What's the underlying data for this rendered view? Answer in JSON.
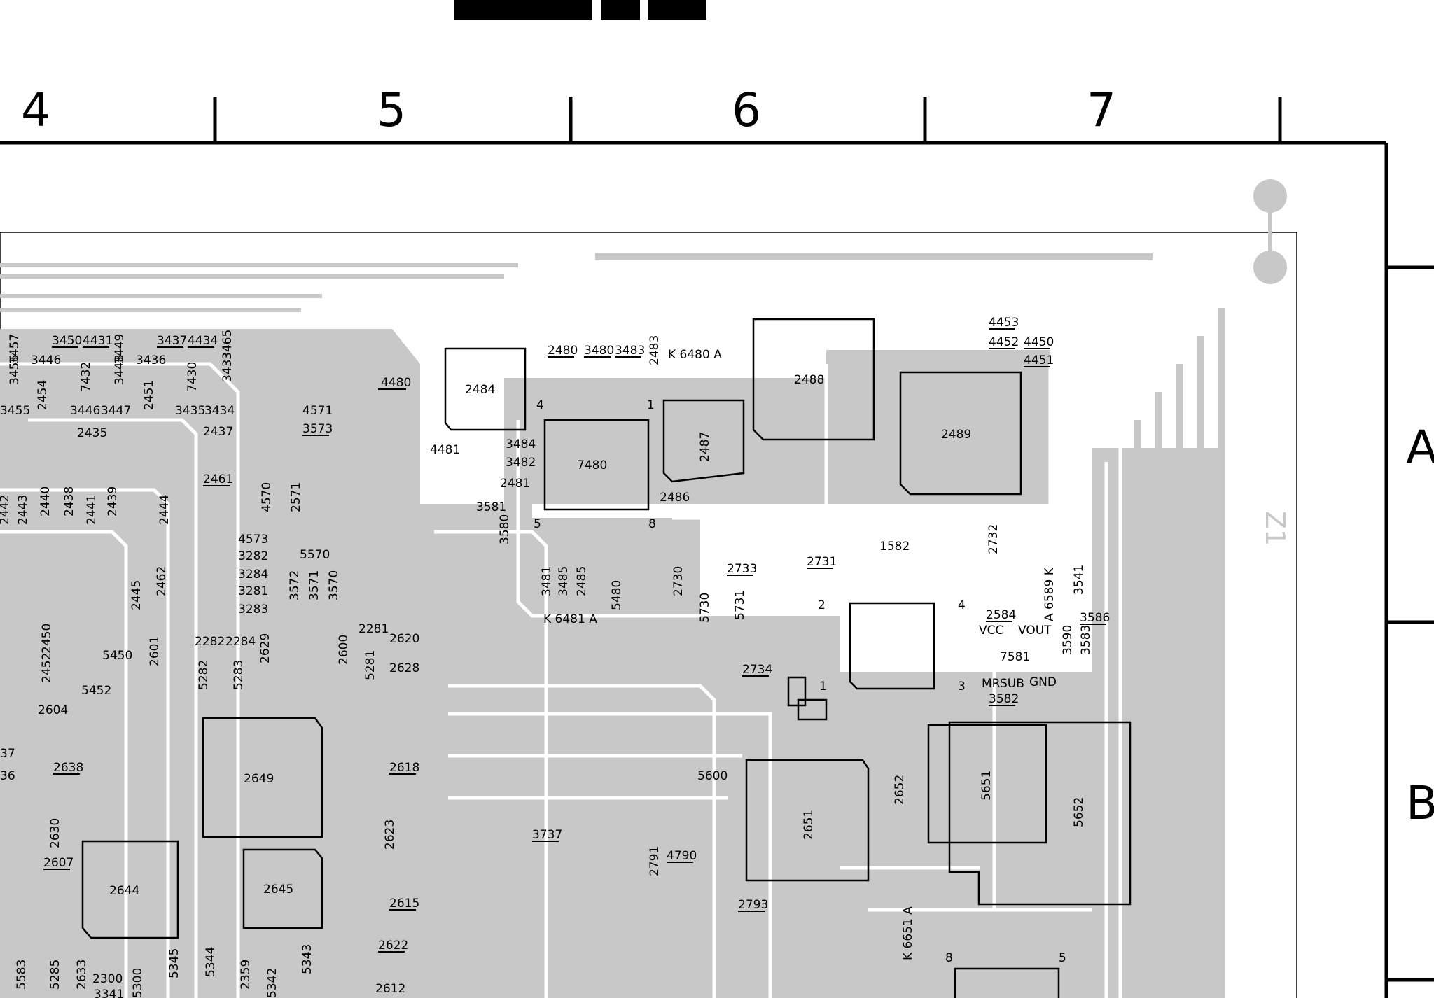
{
  "ruler": {
    "columns": [
      "4",
      "5",
      "6",
      "7"
    ],
    "rows": [
      "A",
      "B"
    ]
  },
  "board_marking": "Z1",
  "colors": {
    "copper": "#c8c8c8",
    "ink": "#000000",
    "paper": "#ffffff"
  },
  "components": [
    {
      "id": "2484"
    },
    {
      "id": "7480"
    },
    {
      "id": "2487"
    },
    {
      "id": "2488"
    },
    {
      "id": "2489"
    },
    {
      "id": "1582"
    },
    {
      "id": "7581"
    },
    {
      "id": "2649"
    },
    {
      "id": "2644"
    },
    {
      "id": "2645"
    },
    {
      "id": "2651"
    },
    {
      "id": "5651"
    },
    {
      "id": "5652"
    },
    {
      "id": "2652"
    },
    {
      "id": "5600"
    },
    {
      "id": "6651"
    },
    {
      "id": "5450"
    },
    {
      "id": "5452"
    },
    {
      "id": "5570"
    },
    {
      "id": "5730"
    },
    {
      "id": "5731"
    },
    {
      "id": "5480"
    },
    {
      "id": "5282"
    },
    {
      "id": "5283"
    },
    {
      "id": "5281"
    }
  ],
  "labels": [
    "3450",
    "4431",
    "3437",
    "4434",
    "3446",
    "3436",
    "3457",
    "3456",
    "3465",
    "3433",
    "3449",
    "3448",
    "7432",
    "7430",
    "2454",
    "2451",
    "3446",
    "3447",
    "3435",
    "3434",
    "2435",
    "2437",
    "3455",
    "4480",
    "4481",
    "3484",
    "3482",
    "2481",
    "3581",
    "3580",
    "2480",
    "3480",
    "3483",
    "2483",
    "K 6480 A",
    "2486",
    "4571",
    "3573",
    "2461",
    "4570",
    "2571",
    "4573",
    "3282",
    "3284",
    "3281",
    "3283",
    "3572",
    "3571",
    "3570",
    "2442",
    "2443",
    "2440",
    "2438",
    "2441",
    "2439",
    "2444",
    "2445",
    "2462",
    "2452",
    "2450",
    "2601",
    "2604",
    "2282",
    "2284",
    "2629",
    "2281",
    "2620",
    "2600",
    "2628",
    "3481",
    "3485",
    "2485",
    "K 6481 A",
    "2730",
    "2733",
    "2731",
    "2734",
    "2732",
    "4453",
    "4452",
    "4450",
    "4451",
    "2584",
    "3541",
    "3586",
    "3590",
    "3583",
    "3582",
    "A 6589 K",
    "VCC",
    "VOUT",
    "MR",
    "SUB",
    "GND",
    "2618",
    "2623",
    "2615",
    "2622",
    "2612",
    "3737",
    "2791",
    "4790",
    "2793",
    "2638",
    "2630",
    "2607",
    "5583",
    "5285",
    "2633",
    "2300",
    "5300",
    "5345",
    "5344",
    "2359",
    "5342",
    "5343",
    "3341",
    "37",
    "36",
    "K 6651 A"
  ],
  "pins": [
    "1",
    "2",
    "3",
    "4",
    "4",
    "1",
    "5",
    "8",
    "8",
    "5"
  ]
}
